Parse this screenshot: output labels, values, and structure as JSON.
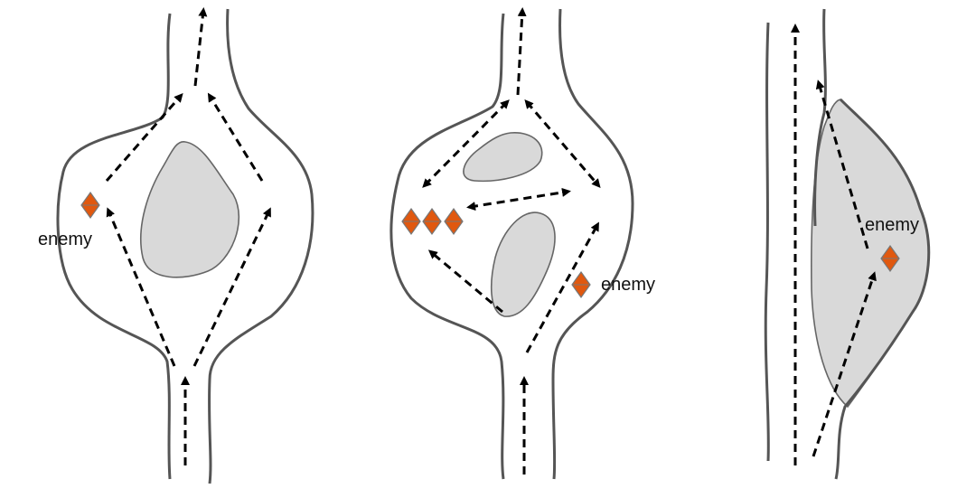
{
  "labels": {
    "enemy": "enemy"
  },
  "colors": {
    "enemy": "#e0580f",
    "island": "#d9d9d9",
    "wall": "#555555"
  },
  "panels": [
    {
      "name": "split-around-obstacle",
      "enemy_count": 1
    },
    {
      "name": "multiple-islands-loop",
      "enemy_count": 4
    },
    {
      "name": "side-corridor",
      "enemy_count": 1
    }
  ]
}
